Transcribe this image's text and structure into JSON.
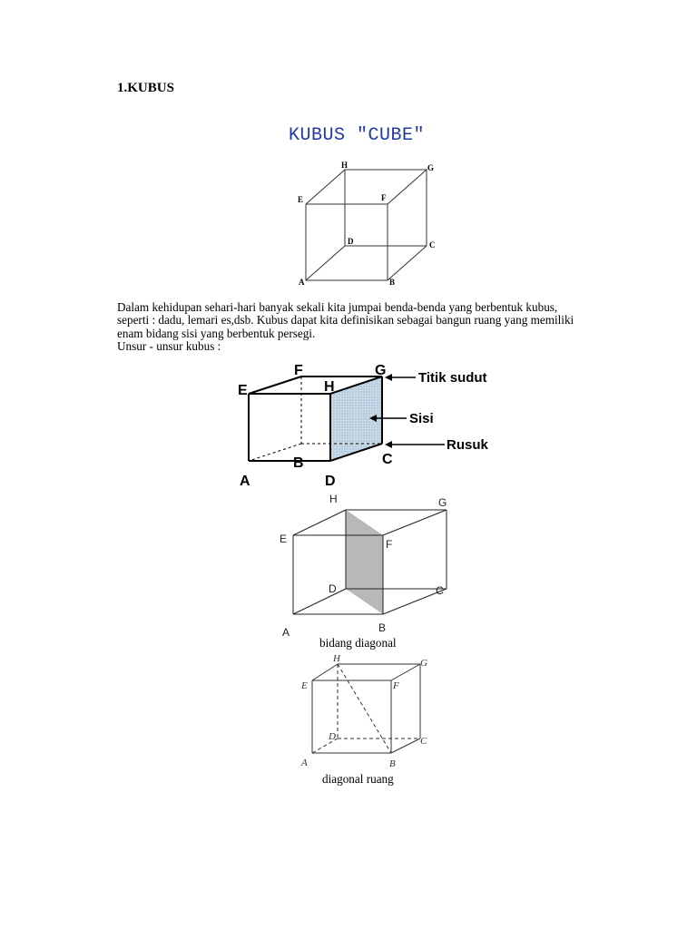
{
  "heading": "1.KUBUS",
  "figure1": {
    "title": "KUBUS \"CUBE\"",
    "vertices": [
      "A",
      "B",
      "C",
      "D",
      "E",
      "F",
      "G",
      "H"
    ]
  },
  "paragraph": {
    "lines": [
      "Dalam kehidupan sehari-hari banyak sekali kita jumpai benda-benda yang berbentuk kubus,",
      "seperti : dadu, lemari es,dsb. Kubus dapat kita definisikan sebagai bangun ruang yang memiliki",
      "enam bidang sisi yang berbentuk persegi.",
      "Unsur - unsur kubus :"
    ]
  },
  "figure2": {
    "vertices": [
      "A",
      "B",
      "C",
      "D",
      "E",
      "F",
      "G",
      "H"
    ],
    "callouts": [
      "Titik sudut",
      "Sisi",
      "Rusuk"
    ],
    "shade_color": "#b8cfe0"
  },
  "figure3": {
    "vertices": [
      "A",
      "B",
      "C",
      "D",
      "E",
      "F",
      "G",
      "H"
    ],
    "caption": "bidang diagonal",
    "shade_color": "#b8b8b8"
  },
  "figure4": {
    "vertices": [
      "A",
      "B",
      "C",
      "D",
      "E",
      "F",
      "G",
      "H"
    ],
    "caption": "diagonal ruang"
  }
}
